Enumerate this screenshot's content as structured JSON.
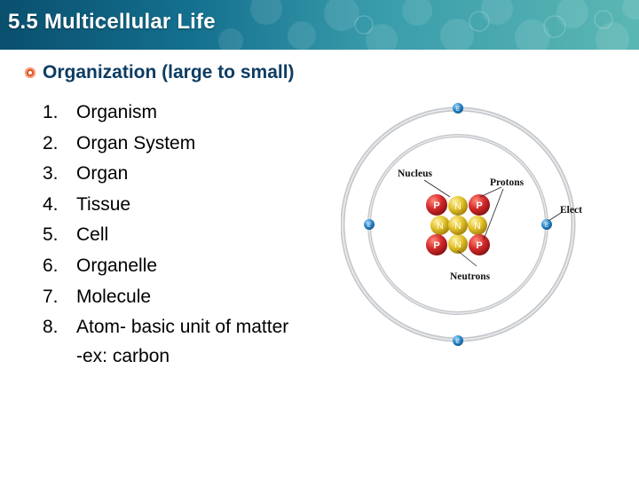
{
  "slide": {
    "title": "5.5 Multicellular Life",
    "heading": "Organization (large to small)",
    "list": [
      {
        "num": "1.",
        "text": "Organism"
      },
      {
        "num": "2.",
        "text": "Organ System"
      },
      {
        "num": "3.",
        "text": "Organ"
      },
      {
        "num": "4.",
        "text": "Tissue"
      },
      {
        "num": "5.",
        "text": "Cell"
      },
      {
        "num": "6.",
        "text": "Organelle"
      },
      {
        "num": "7.",
        "text": "Molecule"
      },
      {
        "num": "8.",
        "text": "Atom- basic unit of matter"
      }
    ],
    "sub_item": "-ex: carbon"
  },
  "diagram": {
    "labels": {
      "nucleus": "Nucleus",
      "protons": "Protons",
      "electron": "Electron",
      "neutrons": "Neutrons"
    },
    "particle_letters": {
      "proton": "P",
      "neutron": "N",
      "electron": "E"
    },
    "colors": {
      "proton": "#d62b2b",
      "neutron": "#e2c22a",
      "electron": "#2a86c8",
      "orbit": "#b9bcc0"
    }
  }
}
